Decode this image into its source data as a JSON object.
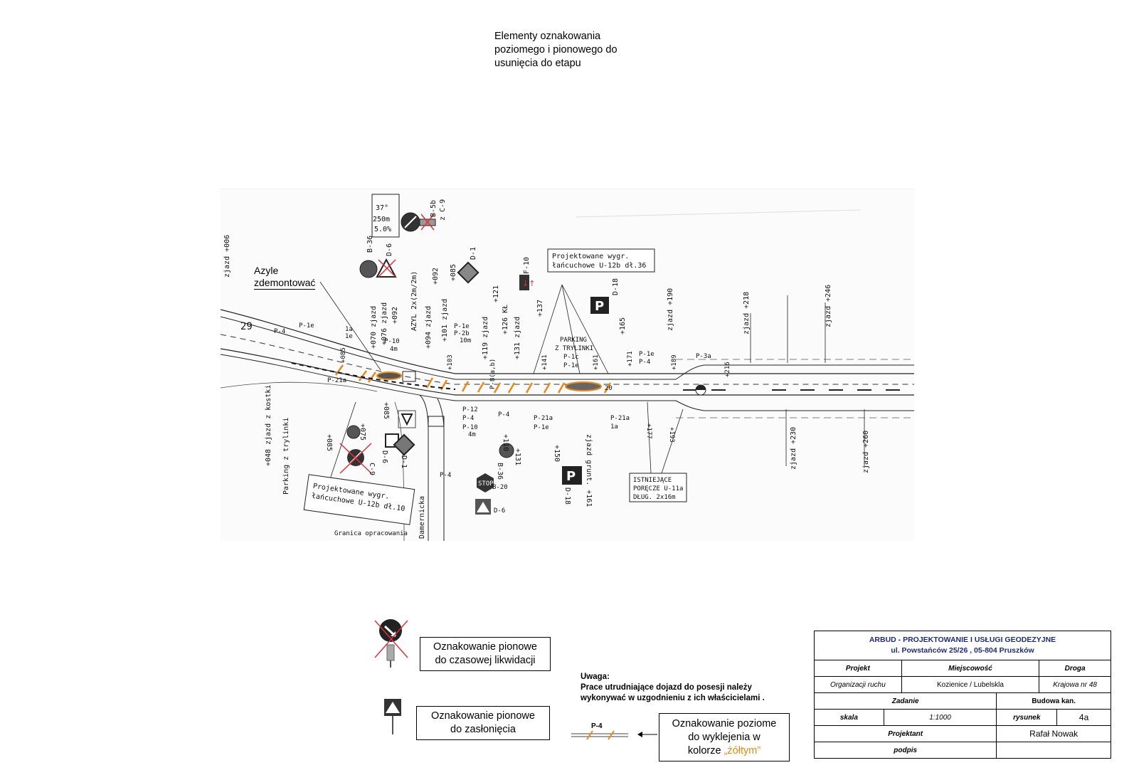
{
  "header": {
    "title_line1": "Elementy oznakowania",
    "title_line2": "poziomego i pionowego do",
    "title_line3": "usunięcia do etapu"
  },
  "drawing": {
    "callout": {
      "line1": "Azyle",
      "line2": "zdemontować"
    },
    "texts": {
      "curve_37": "37°",
      "curve_250": "250m",
      "curve_50": "5.0%",
      "zjazd006": "zjazd +006",
      "b36": "B-36",
      "d6": "D-6",
      "b5b": "B-5b",
      "zc9": "z C-9",
      "azyl": "AZYL 2x(2m/2m)",
      "p085": "+085",
      "p092": "+092",
      "d1": "D-1",
      "f10": "F-10",
      "projekt1": "Projektowane wygr.",
      "projekt2": "łańcuchowe U-12b dł.36",
      "zjazd070": "+070 zjazd",
      "zjazd076": "+076 zjazd",
      "p092b": "+092",
      "zjazd094": "+094 zjazd",
      "zjazd101": "+101 zjazd",
      "zjazd119": "+119 zjazd",
      "p121": "+121",
      "kl126": "+126 KŁ",
      "zjazd131": "+131 zjazd",
      "p137": "+137",
      "d18": "D-18",
      "p165": "+165",
      "zjazd190": "zjazd +190",
      "zjazd218": "zjazd +218",
      "zjazd246": "zjazd +246",
      "parking1": "PARKING",
      "parking2": "Z TRYLINKI",
      "p1e": "P-1e",
      "p1c": "P-1c",
      "p4": "P-4",
      "p1a": "1a",
      "p1e2": "1e",
      "p10": "P-10",
      "m4": "4m",
      "p2b": "P-2b",
      "m10": "10m",
      "p21a": "P-21a",
      "p8": "P-8(a,b)",
      "p103": "+103",
      "p141": "+141",
      "p161": "+161",
      "p171": "+171",
      "p189": "+189",
      "p3a": "P-3a",
      "p216": "+216",
      "m20": "20",
      "p177": "+177",
      "p193": "+193",
      "zjazd230": "zjazd +230",
      "zjazd260": "zjazd +260",
      "istn1": "ISTNIEJĄCE",
      "istn2": "PORĘCZE U-11a",
      "istn3": "DŁUG. 2x16m",
      "p150": "+150",
      "d18b": "D-18",
      "zjazdgrunt": "zjazd grunt. +161",
      "stop": "STOP",
      "b20": "B-20",
      "d6b": "D-6",
      "c9": "C-9",
      "d1b": "D-1",
      "d6c": "D-6",
      "p085b": "+085",
      "p075": "+075",
      "zjazd048": "+048 zjazd z kostki",
      "parking3": "Parking z trylinki",
      "projekt3": "Projektowane wygr.",
      "projekt4": "łańcuchowe U-12b dł.10",
      "granica": "Granica opracowania",
      "damernicka": "Damernicka",
      "b36b": "B-36",
      "p110": "+110",
      "p131": "+131",
      "p12": "P-12",
      "km29": "29"
    }
  },
  "legend": {
    "temp": {
      "line1": "Oznakowanie pionowe",
      "line2": "do czasowej likwidacji"
    },
    "cover": {
      "line1": "Oznakowanie pionowe",
      "line2": "do zasłonięcia"
    },
    "p4_label": "P-4",
    "horizontal": {
      "line1": "Oznakowanie poziome",
      "line2": "do wyklejenia w",
      "line3_prefix": "kolorze ",
      "line3_colored": "„żółtym”"
    },
    "colors": {
      "yellow_text": "#e08a10",
      "orange_mark": "#e8891a",
      "cross_red": "#e0303a"
    }
  },
  "note": {
    "heading": "Uwaga:",
    "line1": "Prace utrudniające dojazd do posesji należy",
    "line2": "wykonywać w uzgodnieniu z ich właścicielami ."
  },
  "titleblock": {
    "company": "ARBUD - PROJEKTOWANIE I USŁUGI GEODEZYJNE",
    "address": "ul. Powstańców 25/26 , 05-804 Pruszków",
    "projekt_label": "Projekt",
    "miejscowosc_label": "Miejscowość",
    "droga_label": "Droga",
    "projekt_value": "Organizacji ruchu",
    "miejscowosc_value": "Kozienice / Lubelskla",
    "droga_value": "Krajowa nr 48",
    "zadanie_label": "Zadanie",
    "zadanie_value": "Budowa kan.",
    "skala_label": "skala",
    "skala_value": "1:1000",
    "rysunek_label": "rysunek",
    "rysunek_value": "4a",
    "projektant_label": "Projektant",
    "projektant_value": "Rafał Nowak",
    "podpis_label": "podpis",
    "podpis_value": ""
  }
}
